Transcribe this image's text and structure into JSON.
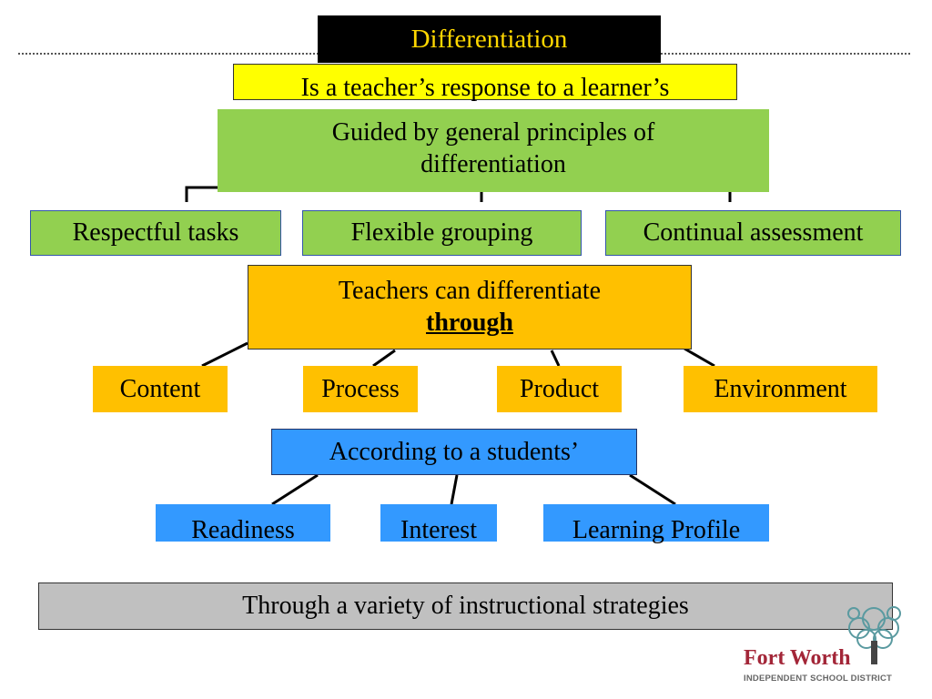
{
  "colors": {
    "title_bg": "#000000",
    "title_text": "#ffd700",
    "yellow": "#ffff00",
    "green": "#92d050",
    "gold": "#ffc000",
    "blue": "#3399ff",
    "gray": "#c0c0c0",
    "logo_red": "#a32638",
    "logo_gray": "#666666"
  },
  "title": "Differentiation",
  "definition": "Is a teacher’s response to a learner’s",
  "principles": {
    "heading_line1": "Guided by general principles of",
    "heading_line2": "differentiation",
    "items": [
      "Respectful tasks",
      "Flexible grouping",
      "Continual assessment"
    ]
  },
  "through": {
    "line1": "Teachers can differentiate",
    "line2": "through",
    "items": [
      "Content",
      "Process",
      "Product",
      "Environment"
    ]
  },
  "according": {
    "heading": "According to a students’",
    "items": [
      "Readiness",
      "Interest",
      "Learning Profile"
    ]
  },
  "strategies": "Through a variety of instructional strategies",
  "logo": {
    "name": "Fort Worth",
    "subtitle": "INDEPENDENT SCHOOL DISTRICT",
    "icon": "tree-icon"
  }
}
